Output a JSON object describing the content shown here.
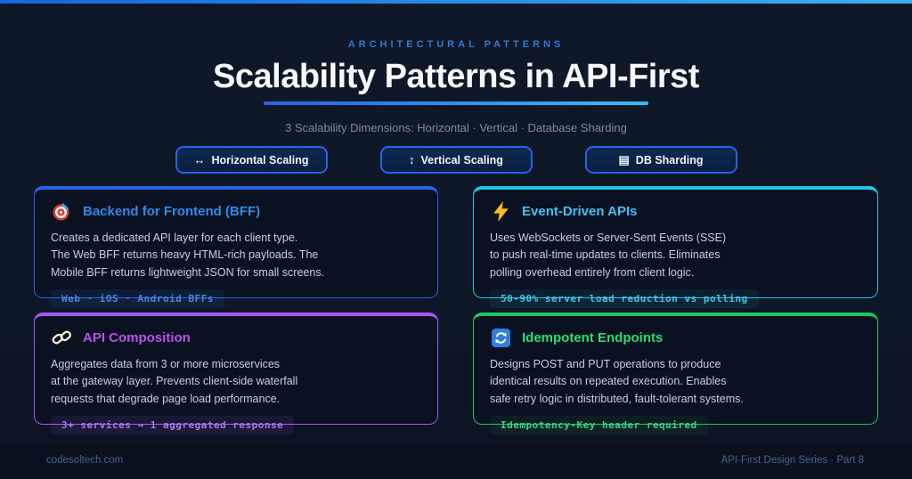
{
  "page": {
    "eyebrow": "ARCHITECTURAL PATTERNS",
    "title": "Scalability Patterns in API-First",
    "subtitle": "3 Scalability Dimensions: Horizontal · Vertical · Database Sharding"
  },
  "colors": {
    "topbar-from": "#1565e0",
    "topbar-to": "#35b5f2",
    "eyebrow-color": "#2d7bd4",
    "underline-from": "#2563eb",
    "underline-to": "#38bdf8",
    "btn-border": "#2563eb"
  },
  "dimension_buttons": [
    {
      "icon": "↔",
      "icon_name": "horizontal-arrows-icon",
      "label": "Horizontal Scaling"
    },
    {
      "icon": "↕",
      "icon_name": "vertical-arrows-icon",
      "label": "Vertical Scaling"
    },
    {
      "icon": "▤",
      "icon_name": "database-grid-icon",
      "label": "DB Sharding"
    }
  ],
  "cards": [
    {
      "icon_name": "target-dart-icon",
      "title": "Backend for Frontend (BFF)",
      "lines": [
        "Creates a dedicated API layer for each client type.",
        "The Web BFF returns heavy HTML-rich payloads. The",
        "Mobile BFF returns lightweight JSON for small screens."
      ],
      "badge": "Web · iOS · Android BFFs",
      "border_color": "#2563eb",
      "title_color": "#308ae8",
      "badge_color": "#4f83d8",
      "badge_bg": "rgba(59,130,246,0.10)"
    },
    {
      "icon_name": "lightning-icon",
      "title": "Event-Driven APIs",
      "lines": [
        "Uses WebSockets or Server-Sent Events (SSE)",
        "to push real-time updates to clients. Eliminates",
        "polling overhead entirely from client logic."
      ],
      "badge": "50-90% server load reduction vs polling",
      "border_color": "#1fc8e8",
      "title_color": "#3fc3f2",
      "badge_color": "#44c4ea",
      "badge_bg": "rgba(34,211,238,0.08)"
    },
    {
      "icon_name": "chain-link-icon",
      "title": "API Composition",
      "lines": [
        "Aggregates data from 3 or more microservices",
        "at the gateway layer. Prevents client-side waterfall",
        "requests that degrade page load performance."
      ],
      "badge": "3+ services → 1 aggregated response",
      "border_color": "#a855f7",
      "title_color": "#c24df2",
      "badge_color": "#a678e8",
      "badge_bg": "rgba(168,85,247,0.10)"
    },
    {
      "icon_name": "refresh-arrows-icon",
      "title": "Idempotent Endpoints",
      "lines": [
        "Designs POST and PUT operations to produce",
        "identical results on repeated execution. Enables",
        "safe retry logic in distributed, fault-tolerant systems."
      ],
      "badge": "Idempotency-Key header required",
      "border_color": "#22c55e",
      "title_color": "#2ade6e",
      "badge_color": "#3bd47f",
      "badge_bg": "rgba(34,197,94,0.08)"
    }
  ],
  "footer": {
    "left": "codesoltech.com",
    "right": "API-First Design Series · Part 8"
  }
}
